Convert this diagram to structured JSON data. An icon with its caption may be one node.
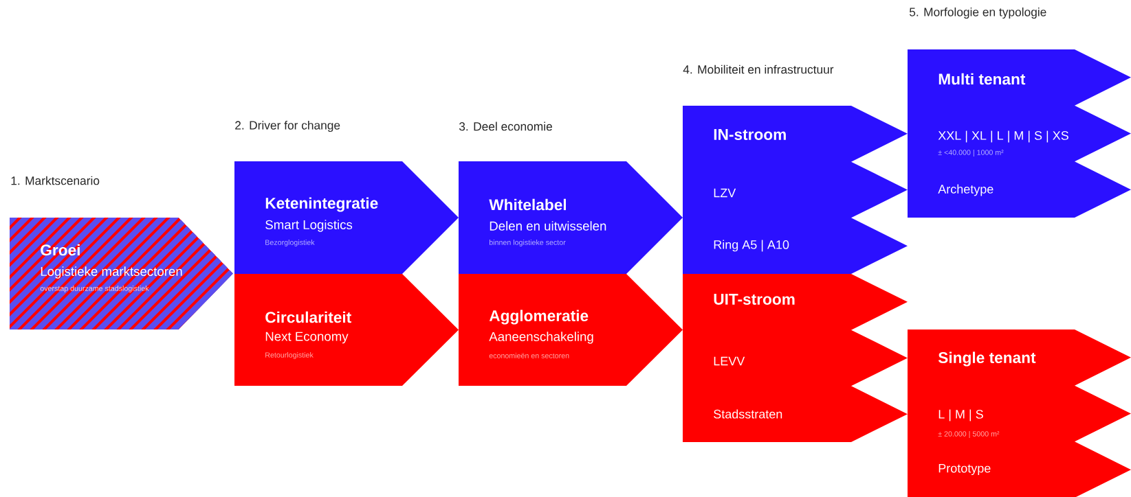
{
  "diagram": {
    "nodes": [
      {
        "text": [
          "Groei",
          "Logistieke marktsectoren",
          "overstap duurzame stadslogistiek"
        ]
      },
      {
        "text": [
          "Ketenintegratie",
          "Smart Logistics",
          "Bezorglogistiek"
        ]
      },
      {
        "text": [
          "Circulariteit",
          "Next Economy",
          "Retourlogistiek"
        ]
      },
      {
        "text": [
          "Whitelabel",
          "Delen en uitwisselen",
          "binnen logistieke sector"
        ]
      },
      {
        "text": [
          "Agglomeratie",
          "Aaneenschakeling",
          "economieën en sectoren"
        ]
      },
      {
        "text": [
          "IN-stroom",
          "LZV",
          "Ring A5 | A10"
        ]
      },
      {
        "text": [
          "UIT-stroom",
          "LEVV",
          "Stadsstraten"
        ]
      },
      {
        "text": [
          "Multi tenant",
          "XXL | XL | L | M | S | XS",
          "± <40.000 | 1000 m²",
          "Archetype"
        ]
      },
      {
        "text": [
          "Single tenant",
          "L | M | S",
          "± 20.000 | 5000 m²",
          "Prototype"
        ]
      }
    ],
    "labels": [
      "1. Marktscenario",
      "2. Driver for change",
      "3. Deel economie",
      "4. Mobiliteit en infrastructuur",
      "5. Morfologie en typologie"
    ]
  }
}
